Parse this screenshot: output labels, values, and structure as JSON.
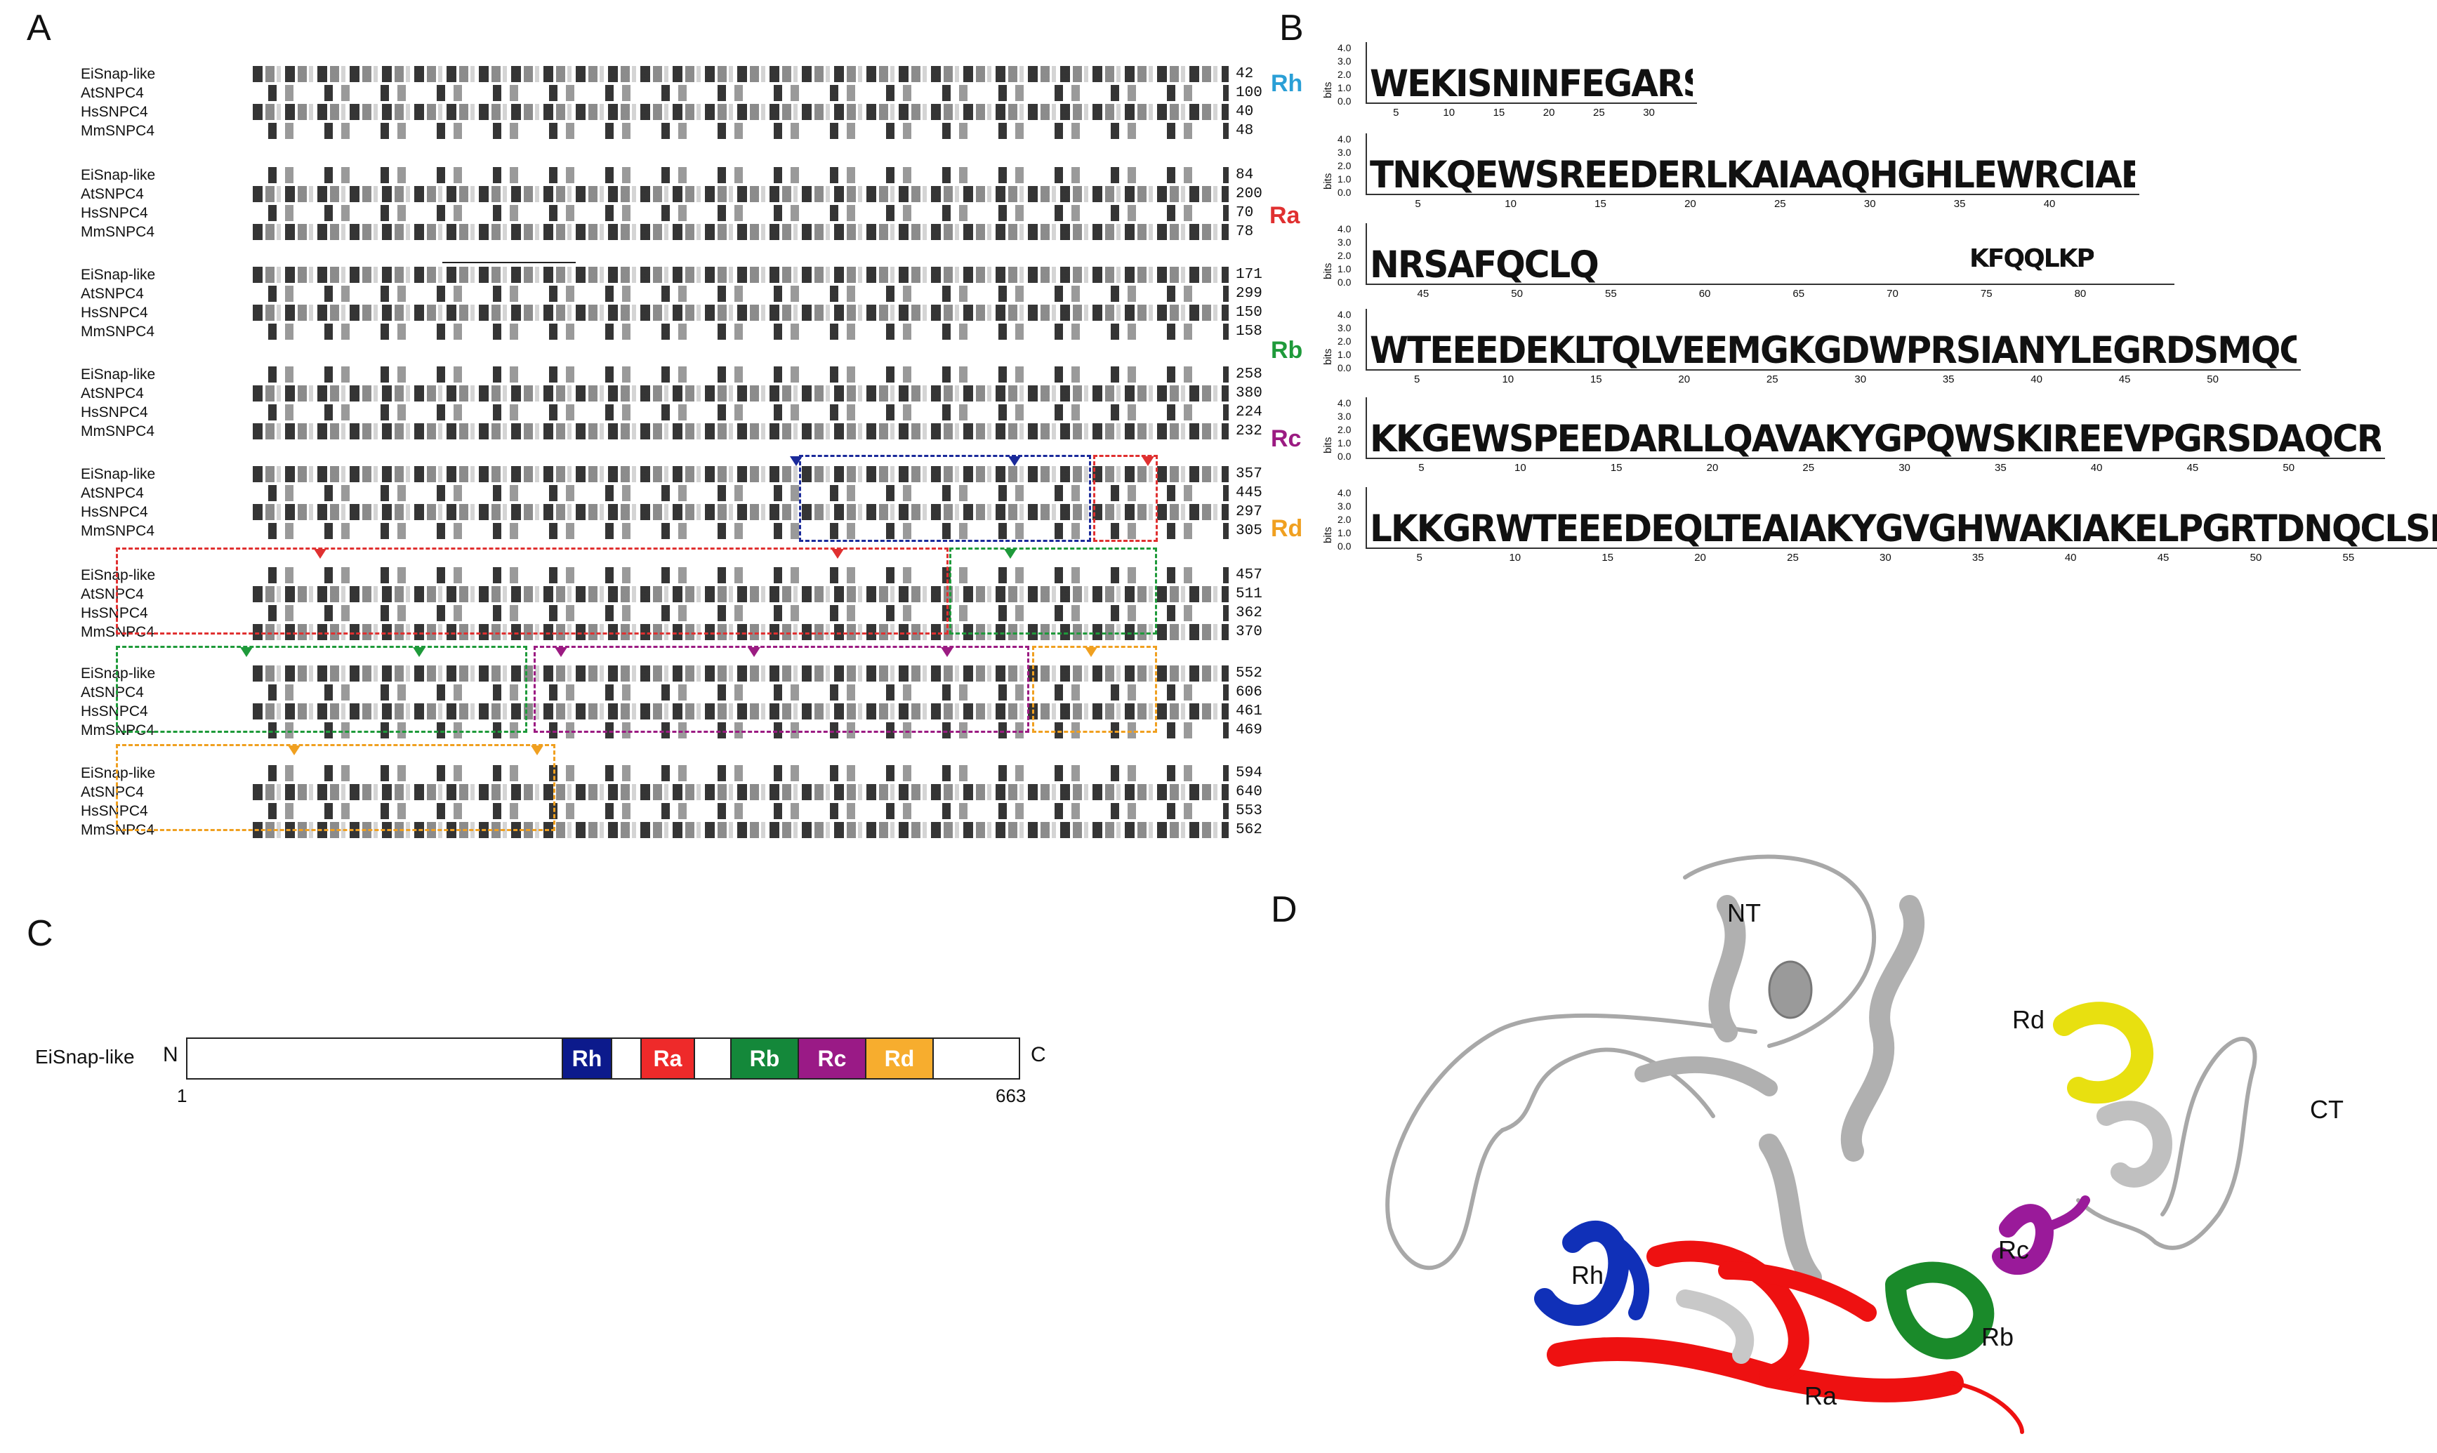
{
  "panels": {
    "a": "A",
    "b": "B",
    "c": "C",
    "d": "D"
  },
  "alignment": {
    "blocks": [
      {
        "rows": [
          {
            "name": "EiSnap-like",
            "num": "42"
          },
          {
            "name": "AtSNPC4",
            "num": "100"
          },
          {
            "name": "HsSNPC4",
            "num": "40"
          },
          {
            "name": "MmSNPC4",
            "num": "48"
          }
        ]
      },
      {
        "rows": [
          {
            "name": "EiSnap-like",
            "num": "84"
          },
          {
            "name": "AtSNPC4",
            "num": "200"
          },
          {
            "name": "HsSNPC4",
            "num": "70"
          },
          {
            "name": "MmSNPC4",
            "num": "78"
          }
        ]
      },
      {
        "rows": [
          {
            "name": "EiSnap-like",
            "num": "171"
          },
          {
            "name": "AtSNPC4",
            "num": "299"
          },
          {
            "name": "HsSNPC4",
            "num": "150"
          },
          {
            "name": "MmSNPC4",
            "num": "158"
          }
        ]
      },
      {
        "rows": [
          {
            "name": "EiSnap-like",
            "num": "258"
          },
          {
            "name": "AtSNPC4",
            "num": "380"
          },
          {
            "name": "HsSNPC4",
            "num": "224"
          },
          {
            "name": "MmSNPC4",
            "num": "232"
          }
        ]
      },
      {
        "rows": [
          {
            "name": "EiSnap-like",
            "num": "357"
          },
          {
            "name": "AtSNPC4",
            "num": "445"
          },
          {
            "name": "HsSNPC4",
            "num": "297"
          },
          {
            "name": "MmSNPC4",
            "num": "305"
          }
        ]
      },
      {
        "rows": [
          {
            "name": "EiSnap-like",
            "num": "457"
          },
          {
            "name": "AtSNPC4",
            "num": "511"
          },
          {
            "name": "HsSNPC4",
            "num": "362"
          },
          {
            "name": "MmSNPC4",
            "num": "370"
          }
        ]
      },
      {
        "rows": [
          {
            "name": "EiSnap-like",
            "num": "552"
          },
          {
            "name": "AtSNPC4",
            "num": "606"
          },
          {
            "name": "HsSNPC4",
            "num": "461"
          },
          {
            "name": "MmSNPC4",
            "num": "469"
          }
        ]
      },
      {
        "rows": [
          {
            "name": "EiSnap-like",
            "num": "594"
          },
          {
            "name": "AtSNPC4",
            "num": "640"
          },
          {
            "name": "HsSNPC4",
            "num": "553"
          },
          {
            "name": "MmSNPC4",
            "num": "562"
          }
        ]
      }
    ]
  },
  "logos": {
    "bits_label": "bits",
    "yticks": [
      "4.0",
      "3.0",
      "2.0",
      "1.0",
      "0.0"
    ],
    "rows": [
      {
        "label": "Rh",
        "color": "#2a9fd6",
        "seq": "WEKISNINFEGARSAEEIRKFWQSSEHPSI",
        "xnums": [
          "5",
          "10",
          "15",
          "20",
          "25",
          "30"
        ]
      },
      {
        "label": "",
        "color": "#111111",
        "seq": "TNKQEWSREEDERLKAIAAQHGHLEWRCIAEELGT",
        "xnums": [
          "5",
          "10",
          "15",
          "20",
          "25",
          "30",
          "35",
          "40"
        ]
      },
      {
        "label": "Ra",
        "color": "#e03030",
        "seq": "NRSAFQCLQ",
        "tail": "KFQQLKP",
        "xnums": [
          "45",
          "50",
          "55",
          "60",
          "65",
          "70",
          "75",
          "80"
        ]
      },
      {
        "label": "Rb",
        "color": "#1e9a3a",
        "seq": "WTEEEDEKLTQLVEEMGKGDWPRSIANYLEGRDSMQCLYRWTKSLDPSL",
        "xnums": [
          "5",
          "10",
          "15",
          "20",
          "25",
          "30",
          "35",
          "40",
          "45",
          "50"
        ]
      },
      {
        "label": "Rc",
        "color": "#9b1b82",
        "seq": "KKGEWSPEEDARLLQAVAKYGPQWSKIREEVPGRSDAQCRDRWLNRLHESV",
        "xnums": [
          "5",
          "10",
          "15",
          "20",
          "25",
          "30",
          "35",
          "40",
          "45",
          "50"
        ]
      },
      {
        "label": "Rd",
        "color": "#f0a020",
        "seq": "LKKGRWTEEEDEQLTEAIAKYGVGHWAKIAKELPGRTDNQCLSKWKTLMRK",
        "xnums": [
          "5",
          "10",
          "15",
          "20",
          "25",
          "30",
          "35",
          "40",
          "45",
          "50",
          "55"
        ]
      }
    ]
  },
  "domain_map": {
    "protein": "EiSnap-like",
    "n_term": "N",
    "c_term": "C",
    "start": "1",
    "end": "663",
    "domains": [
      {
        "label": "Rh",
        "color": "#0c1a8c"
      },
      {
        "label": "Ra",
        "color": "#ee2a2a"
      },
      {
        "label": "Rb",
        "color": "#14883a"
      },
      {
        "label": "Rc",
        "color": "#9a1a86"
      },
      {
        "label": "Rd",
        "color": "#f7ad2e"
      }
    ]
  },
  "structure": {
    "labels": {
      "nt": "NT",
      "ct": "CT",
      "rd": "Rd",
      "rc": "Rc",
      "rb": "Rb",
      "rh": "Rh",
      "ra": "Ra"
    },
    "colors": {
      "rh": "#1030b8",
      "ra": "#ee1111",
      "rb": "#1a8a2a",
      "rc": "#9a1a9a",
      "rd": "#e8e010",
      "coil": "#a0a0a0"
    }
  }
}
